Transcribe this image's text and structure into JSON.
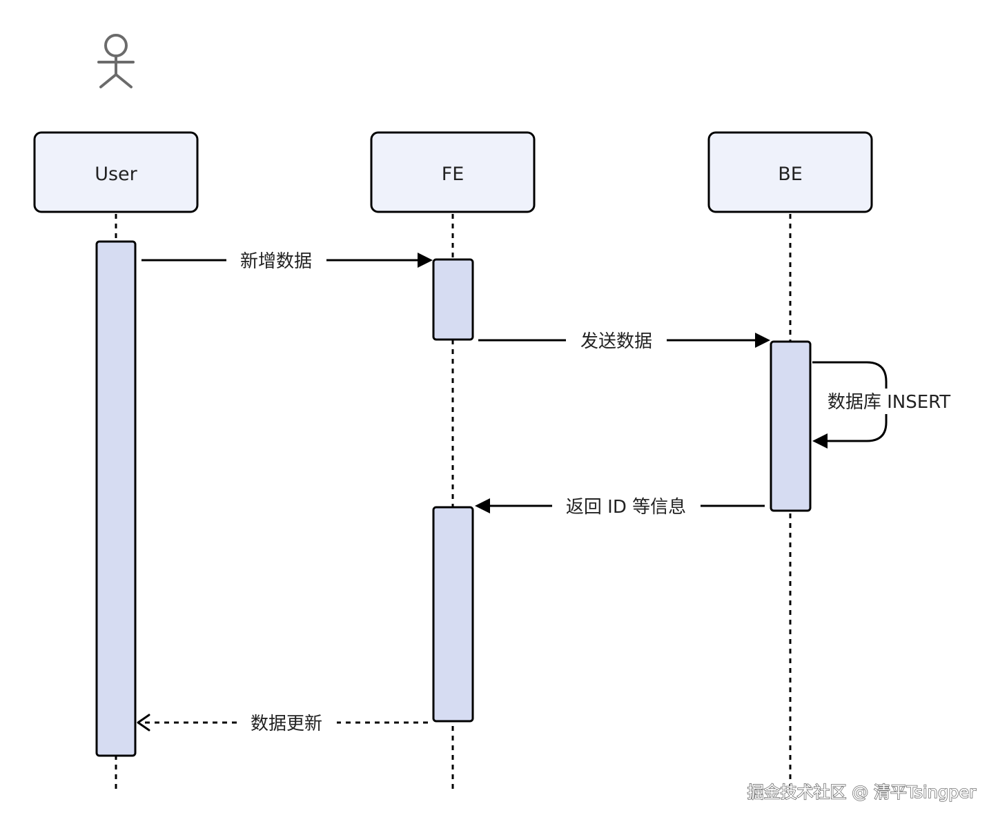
{
  "participants": {
    "user": {
      "label": "User"
    },
    "fe": {
      "label": "FE"
    },
    "be": {
      "label": "BE"
    }
  },
  "messages": {
    "add_data": "新增数据",
    "send_data": "发送数据",
    "db_insert": "数据库 INSERT",
    "return_id": "返回 ID 等信息",
    "update_data": "数据更新"
  },
  "watermark": "掘金技术社区 @ 清平Tsingper",
  "colors": {
    "stroke": "#000000",
    "participant_fill": "#eff2fb",
    "activation_fill": "#d6dcf2",
    "actor": "#6b6b6b"
  },
  "icons": {
    "actor": "stick-figure-icon"
  }
}
